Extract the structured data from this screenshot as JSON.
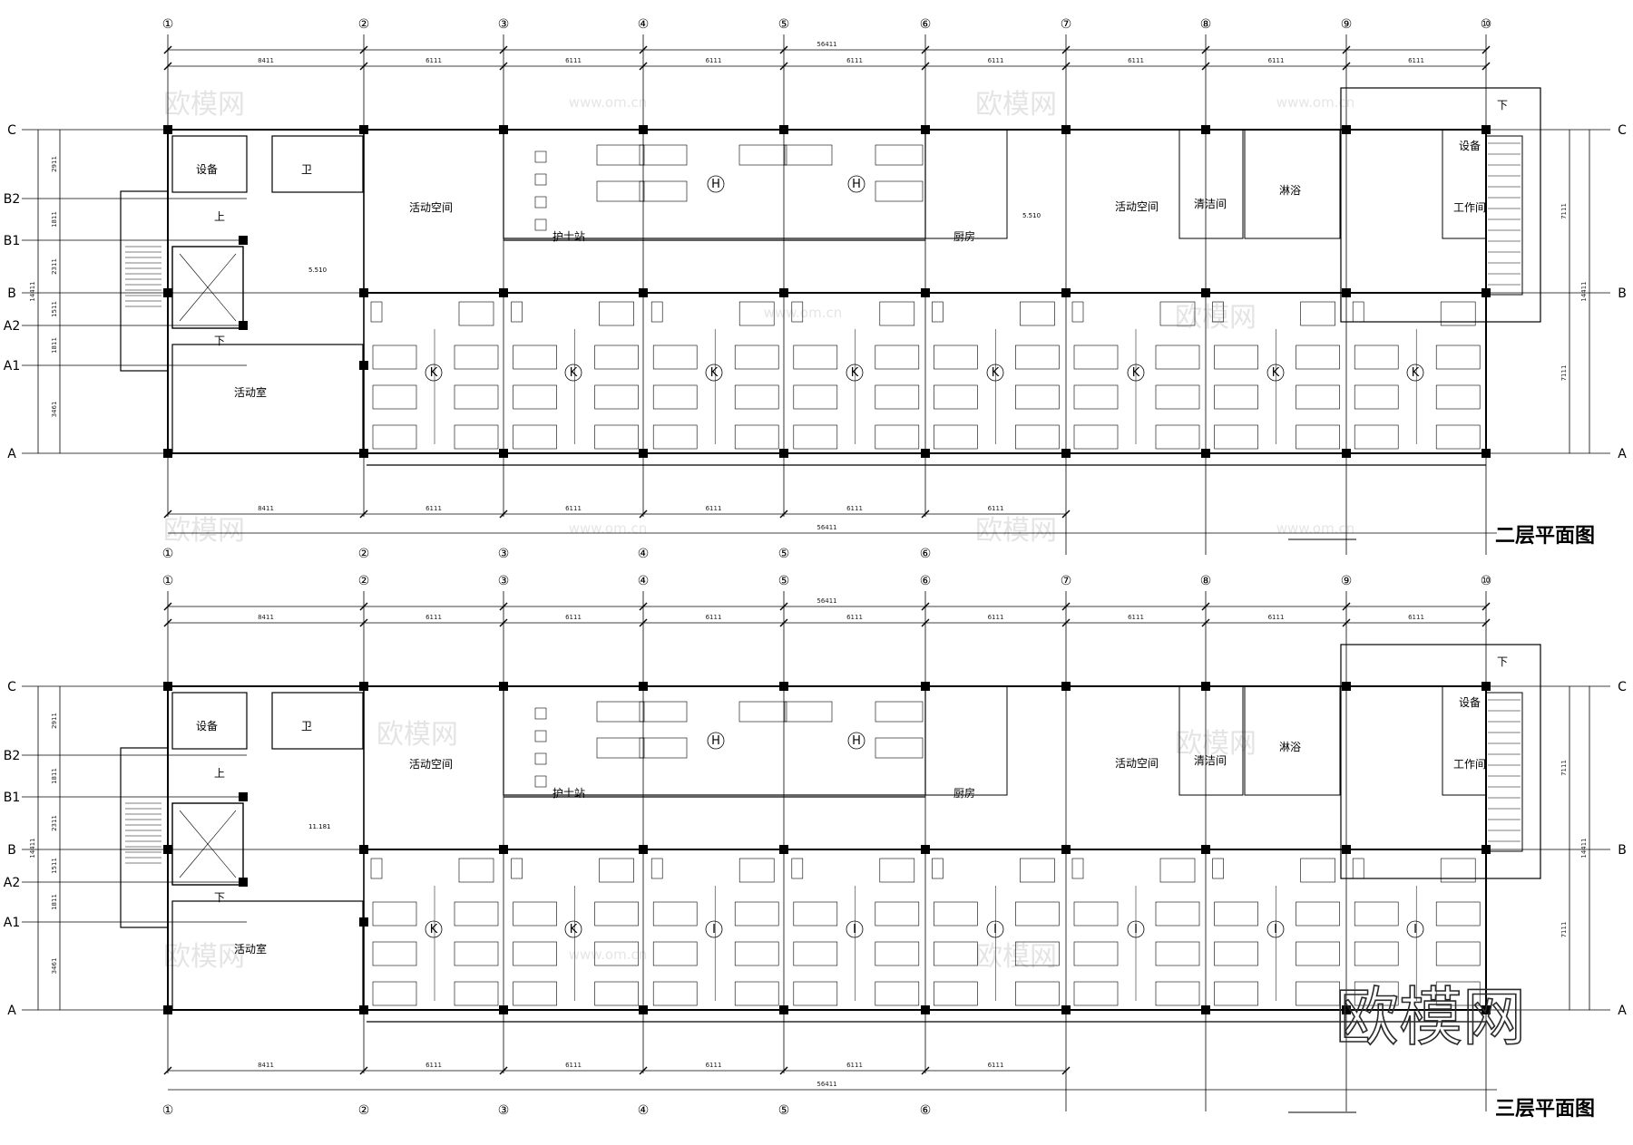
{
  "plans": [
    {
      "id": "floor2",
      "title": "二层平面图",
      "overall_dim": "56411",
      "top_dims": [
        "8411",
        "6111",
        "6111",
        "6111",
        "6111",
        "6111",
        "6111",
        "6111",
        "6111"
      ],
      "bottom_dims": [
        "8411",
        "6111",
        "6111",
        "6111",
        "6111",
        "6111"
      ],
      "elevations": [
        "5.510",
        "5.510"
      ],
      "upper_rooms": [
        "设备",
        "卫",
        "活动空间",
        "护士站",
        "厨房",
        "活动空间",
        "清洁间",
        "淋浴",
        "设备",
        "工作间"
      ],
      "ward_marks_upper": [
        "H",
        "H"
      ],
      "ward_marks_lower": [
        "K",
        "K",
        "K",
        "K",
        "K",
        "K",
        "K",
        "K"
      ],
      "lower_left_room": "活动室",
      "stair_labels": [
        "上",
        "下",
        "下"
      ]
    },
    {
      "id": "floor3",
      "title": "三层平面图",
      "overall_dim": "56411",
      "top_dims": [
        "8411",
        "6111",
        "6111",
        "6111",
        "6111",
        "6111",
        "6111",
        "6111",
        "6111"
      ],
      "bottom_dims": [
        "8411",
        "6111",
        "6111",
        "6111",
        "6111",
        "6111"
      ],
      "elevations": [
        "11.181"
      ],
      "upper_rooms": [
        "设备",
        "卫",
        "活动空间",
        "护士站",
        "厨房",
        "活动空间",
        "清洁间",
        "淋浴",
        "设备",
        "工作间"
      ],
      "ward_marks_upper": [
        "H",
        "H"
      ],
      "ward_marks_lower": [
        "K",
        "K",
        "I",
        "I",
        "I",
        "I",
        "I",
        "I"
      ],
      "lower_left_room": "活动室",
      "stair_labels": [
        "上",
        "下",
        "下"
      ]
    }
  ],
  "column_axes": [
    "①",
    "②",
    "③",
    "④",
    "⑤",
    "⑥",
    "⑦",
    "⑧",
    "⑨",
    "⑩"
  ],
  "row_axes": [
    "C",
    "B2",
    "B1",
    "B",
    "A2",
    "A1",
    "A"
  ],
  "side_dims_left": [
    "2911",
    "1811",
    "2311",
    "1511",
    "1811",
    "3461"
  ],
  "side_total": "14411",
  "side_dims_right": [
    "7111",
    "7111"
  ],
  "watermark": {
    "logo_text": "欧模网",
    "url_text": "www.om.cn",
    "big_logo": "欧模网"
  }
}
